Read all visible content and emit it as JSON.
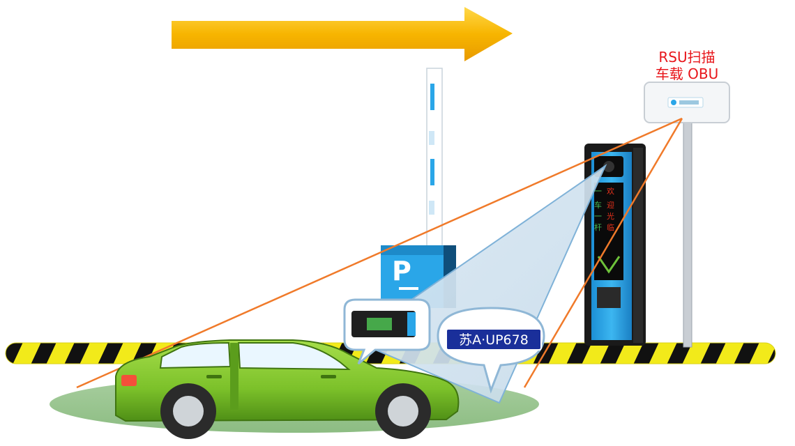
{
  "annotation": {
    "line1": "RSU扫描",
    "line2": "车载 OBU"
  },
  "license_plate": {
    "text": "苏A·UP678"
  },
  "kiosk_display": {
    "chars": [
      "一",
      "车",
      "一",
      "杆"
    ],
    "chars_red": [
      "欢",
      "迎",
      "光",
      "临"
    ]
  },
  "colors": {
    "arrow": "#f7b500",
    "annotation": "#e8161b",
    "scan_line": "#f07a2a",
    "barrier_yellow": "#f2ea1a",
    "kiosk_blue": "#2aa6e8",
    "car_green": "#7cc12a",
    "plate_blue": "#1a2f9a"
  },
  "icons": {
    "direction": "right-arrow-icon",
    "parking": "parking-sign-icon",
    "rsu": "rsu-antenna-icon",
    "camera": "camera-icon"
  }
}
